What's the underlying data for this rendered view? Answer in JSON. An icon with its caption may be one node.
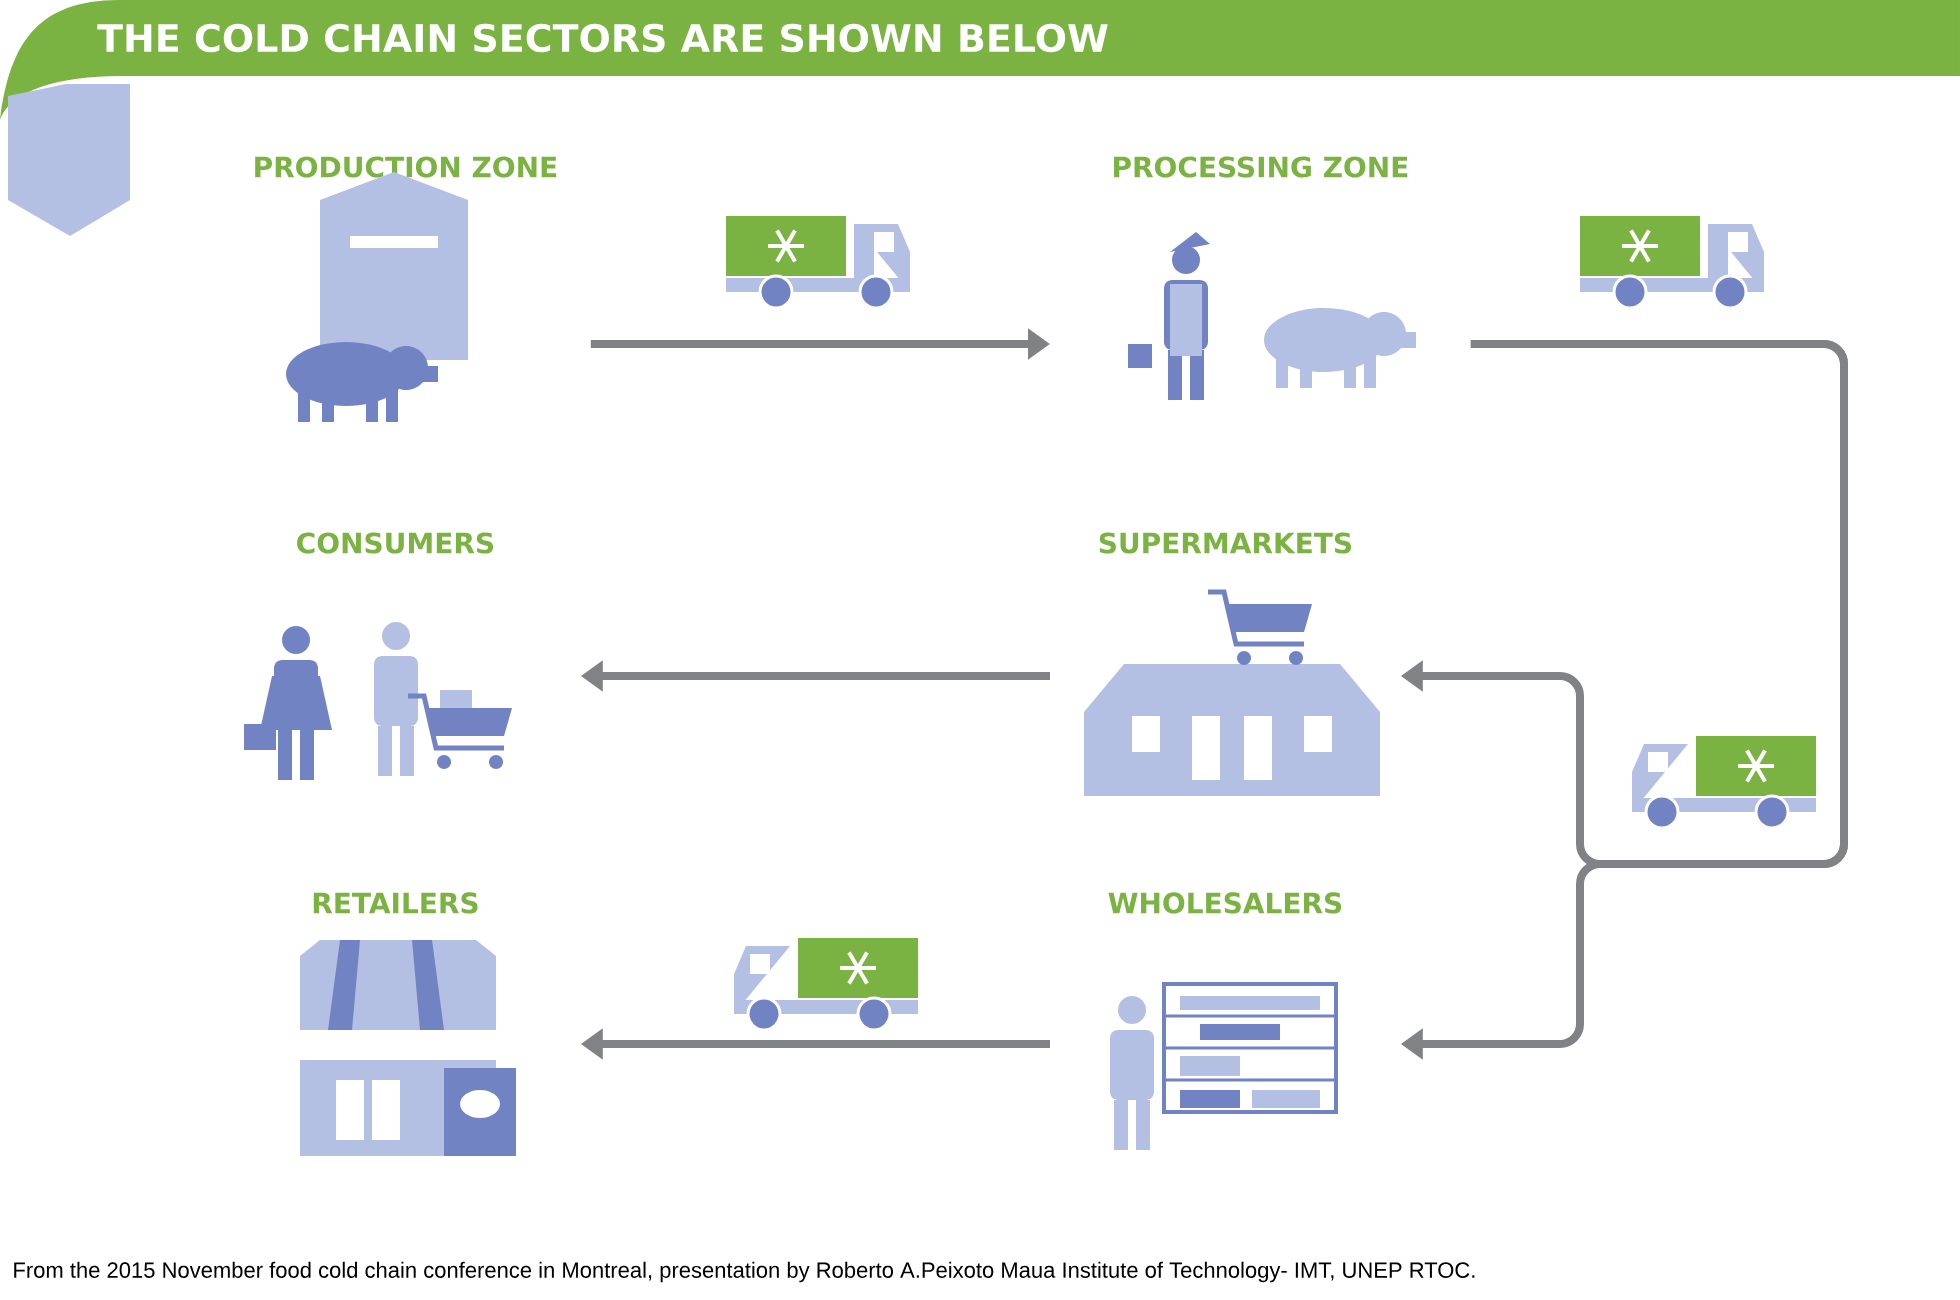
{
  "diagram": {
    "title": "THE COLD CHAIN SECTORS ARE SHOWN BELOW",
    "caption": "From the 2015 November food cold chain conference in Montreal, presentation by Roberto A.Peixoto Maua Institute of Technology- IMT, UNEP RTOC.",
    "nodes": [
      {
        "text": [
          "PRODUCTION ZONE"
        ]
      },
      {
        "text": [
          "PROCESSING ZONE"
        ]
      },
      {
        "text": [
          "CONSUMERS"
        ]
      },
      {
        "text": [
          "SUPERMARKETS"
        ]
      },
      {
        "text": [
          "RETAILERS"
        ]
      },
      {
        "text": [
          "WHOLESALERS"
        ]
      }
    ],
    "edges": [
      {
        "from": 0,
        "to": 1,
        "arrow": "to"
      },
      {
        "from": 1,
        "to": 3,
        "arrow": "to"
      },
      {
        "from": 1,
        "to": 5,
        "arrow": "to"
      },
      {
        "from": 3,
        "to": 2,
        "arrow": "to"
      },
      {
        "from": 5,
        "to": 4,
        "arrow": "to"
      }
    ]
  }
}
